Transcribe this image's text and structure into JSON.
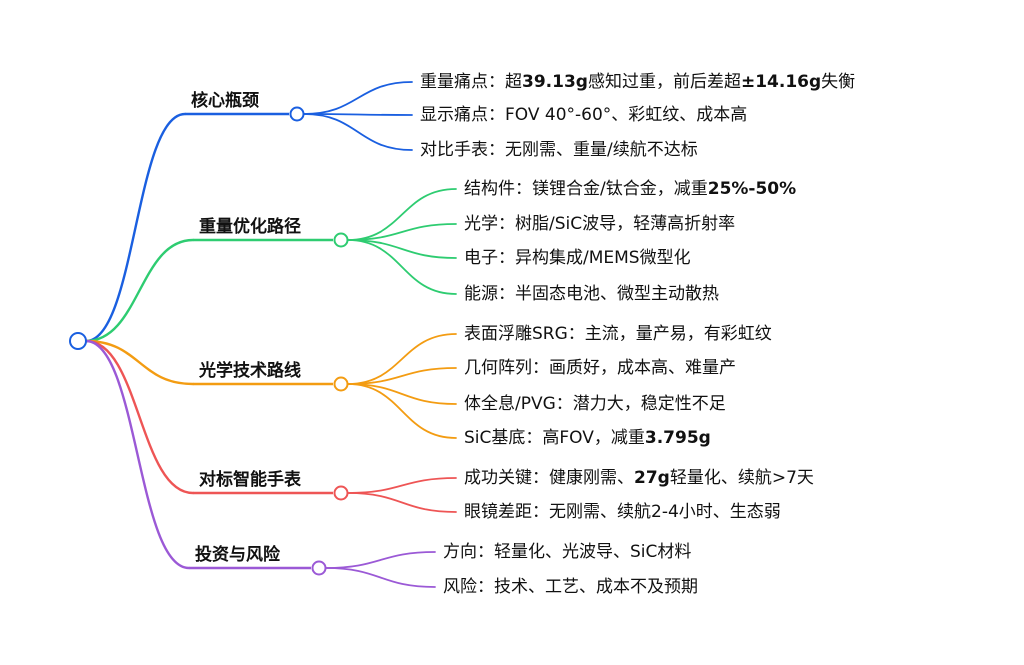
{
  "colors": {
    "root": "#1a5fe0",
    "branch_1": "#1a5fe0",
    "branch_2": "#2ecc71",
    "branch_3": "#f39c12",
    "branch_4": "#ee5555",
    "branch_5": "#9b59d6",
    "text": "#111111"
  },
  "branches": [
    {
      "label": "核心瓶颈",
      "leaves": [
        {
          "parts": [
            {
              "t": "重量痛点：超"
            },
            {
              "t": "39.13g",
              "b": true
            },
            {
              "t": "感知过重，前后差超"
            },
            {
              "t": "±14.16g",
              "b": true
            },
            {
              "t": "失衡"
            }
          ]
        },
        {
          "parts": [
            {
              "t": "显示痛点：FOV 40°-60°、彩虹纹、成本高"
            }
          ]
        },
        {
          "parts": [
            {
              "t": "对比手表：无刚需、重量/续航不达标"
            }
          ]
        }
      ]
    },
    {
      "label": "重量优化路径",
      "leaves": [
        {
          "parts": [
            {
              "t": "结构件：镁锂合金/钛合金，减重"
            },
            {
              "t": "25%-50%",
              "b": true
            }
          ]
        },
        {
          "parts": [
            {
              "t": "光学：树脂/SiC波导，轻薄高折射率"
            }
          ]
        },
        {
          "parts": [
            {
              "t": "电子：异构集成/MEMS微型化"
            }
          ]
        },
        {
          "parts": [
            {
              "t": "能源：半固态电池、微型主动散热"
            }
          ]
        }
      ]
    },
    {
      "label": "光学技术路线",
      "leaves": [
        {
          "parts": [
            {
              "t": "表面浮雕SRG：主流，量产易，有彩虹纹"
            }
          ]
        },
        {
          "parts": [
            {
              "t": "几何阵列：画质好，成本高、难量产"
            }
          ]
        },
        {
          "parts": [
            {
              "t": "体全息/PVG：潜力大，稳定性不足"
            }
          ]
        },
        {
          "parts": [
            {
              "t": "SiC基底：高FOV，减重"
            },
            {
              "t": "3.795g",
              "b": true
            }
          ]
        }
      ]
    },
    {
      "label": "对标智能手表",
      "leaves": [
        {
          "parts": [
            {
              "t": "成功关键：健康刚需、"
            },
            {
              "t": "27g",
              "b": true
            },
            {
              "t": "轻量化、续航>7天"
            }
          ]
        },
        {
          "parts": [
            {
              "t": "眼镜差距：无刚需、续航2-4小时、生态弱"
            }
          ]
        }
      ]
    },
    {
      "label": "投资与风险",
      "leaves": [
        {
          "parts": [
            {
              "t": "方向：轻量化、光波导、SiC材料"
            }
          ]
        },
        {
          "parts": [
            {
              "t": "风险：技术、工艺、成本不及预期"
            }
          ]
        }
      ]
    }
  ]
}
